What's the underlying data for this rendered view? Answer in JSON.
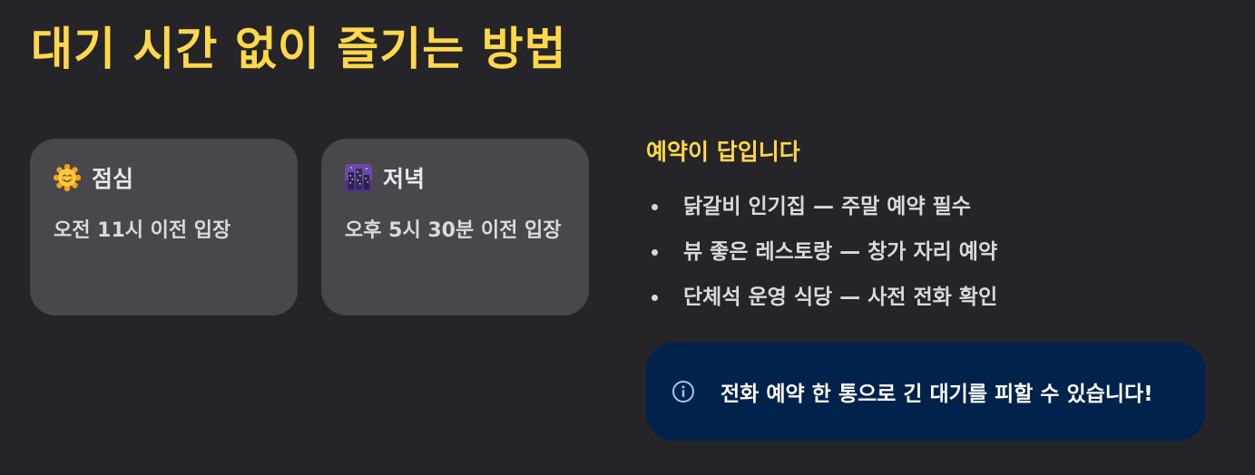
{
  "page": {
    "title": "대기 시간 없이 즐기는 방법"
  },
  "cards": [
    {
      "icon": "smiling-sun-icon",
      "title": "점심",
      "text": "오전 11시 이전 입장"
    },
    {
      "icon": "night-city-icon",
      "title": "저녁",
      "text": "오후 5시 30분 이전 입장"
    }
  ],
  "tips": {
    "heading": "예약이 답입니다",
    "items": [
      "닭갈비 인기집 — 주말 예약 필수",
      "뷰 좋은 레스토랑 — 창가 자리 예약",
      "단체석 운영 식당 — 사전 전화 확인"
    ]
  },
  "notice": {
    "icon": "info-icon",
    "text": "전화 예약 한 통으로 긴 대기를 피할 수 있습니다!"
  },
  "colors": {
    "background": "#252429",
    "accent": "#ffd84a",
    "card": "#48474c",
    "notice_bg": "#00224b"
  }
}
